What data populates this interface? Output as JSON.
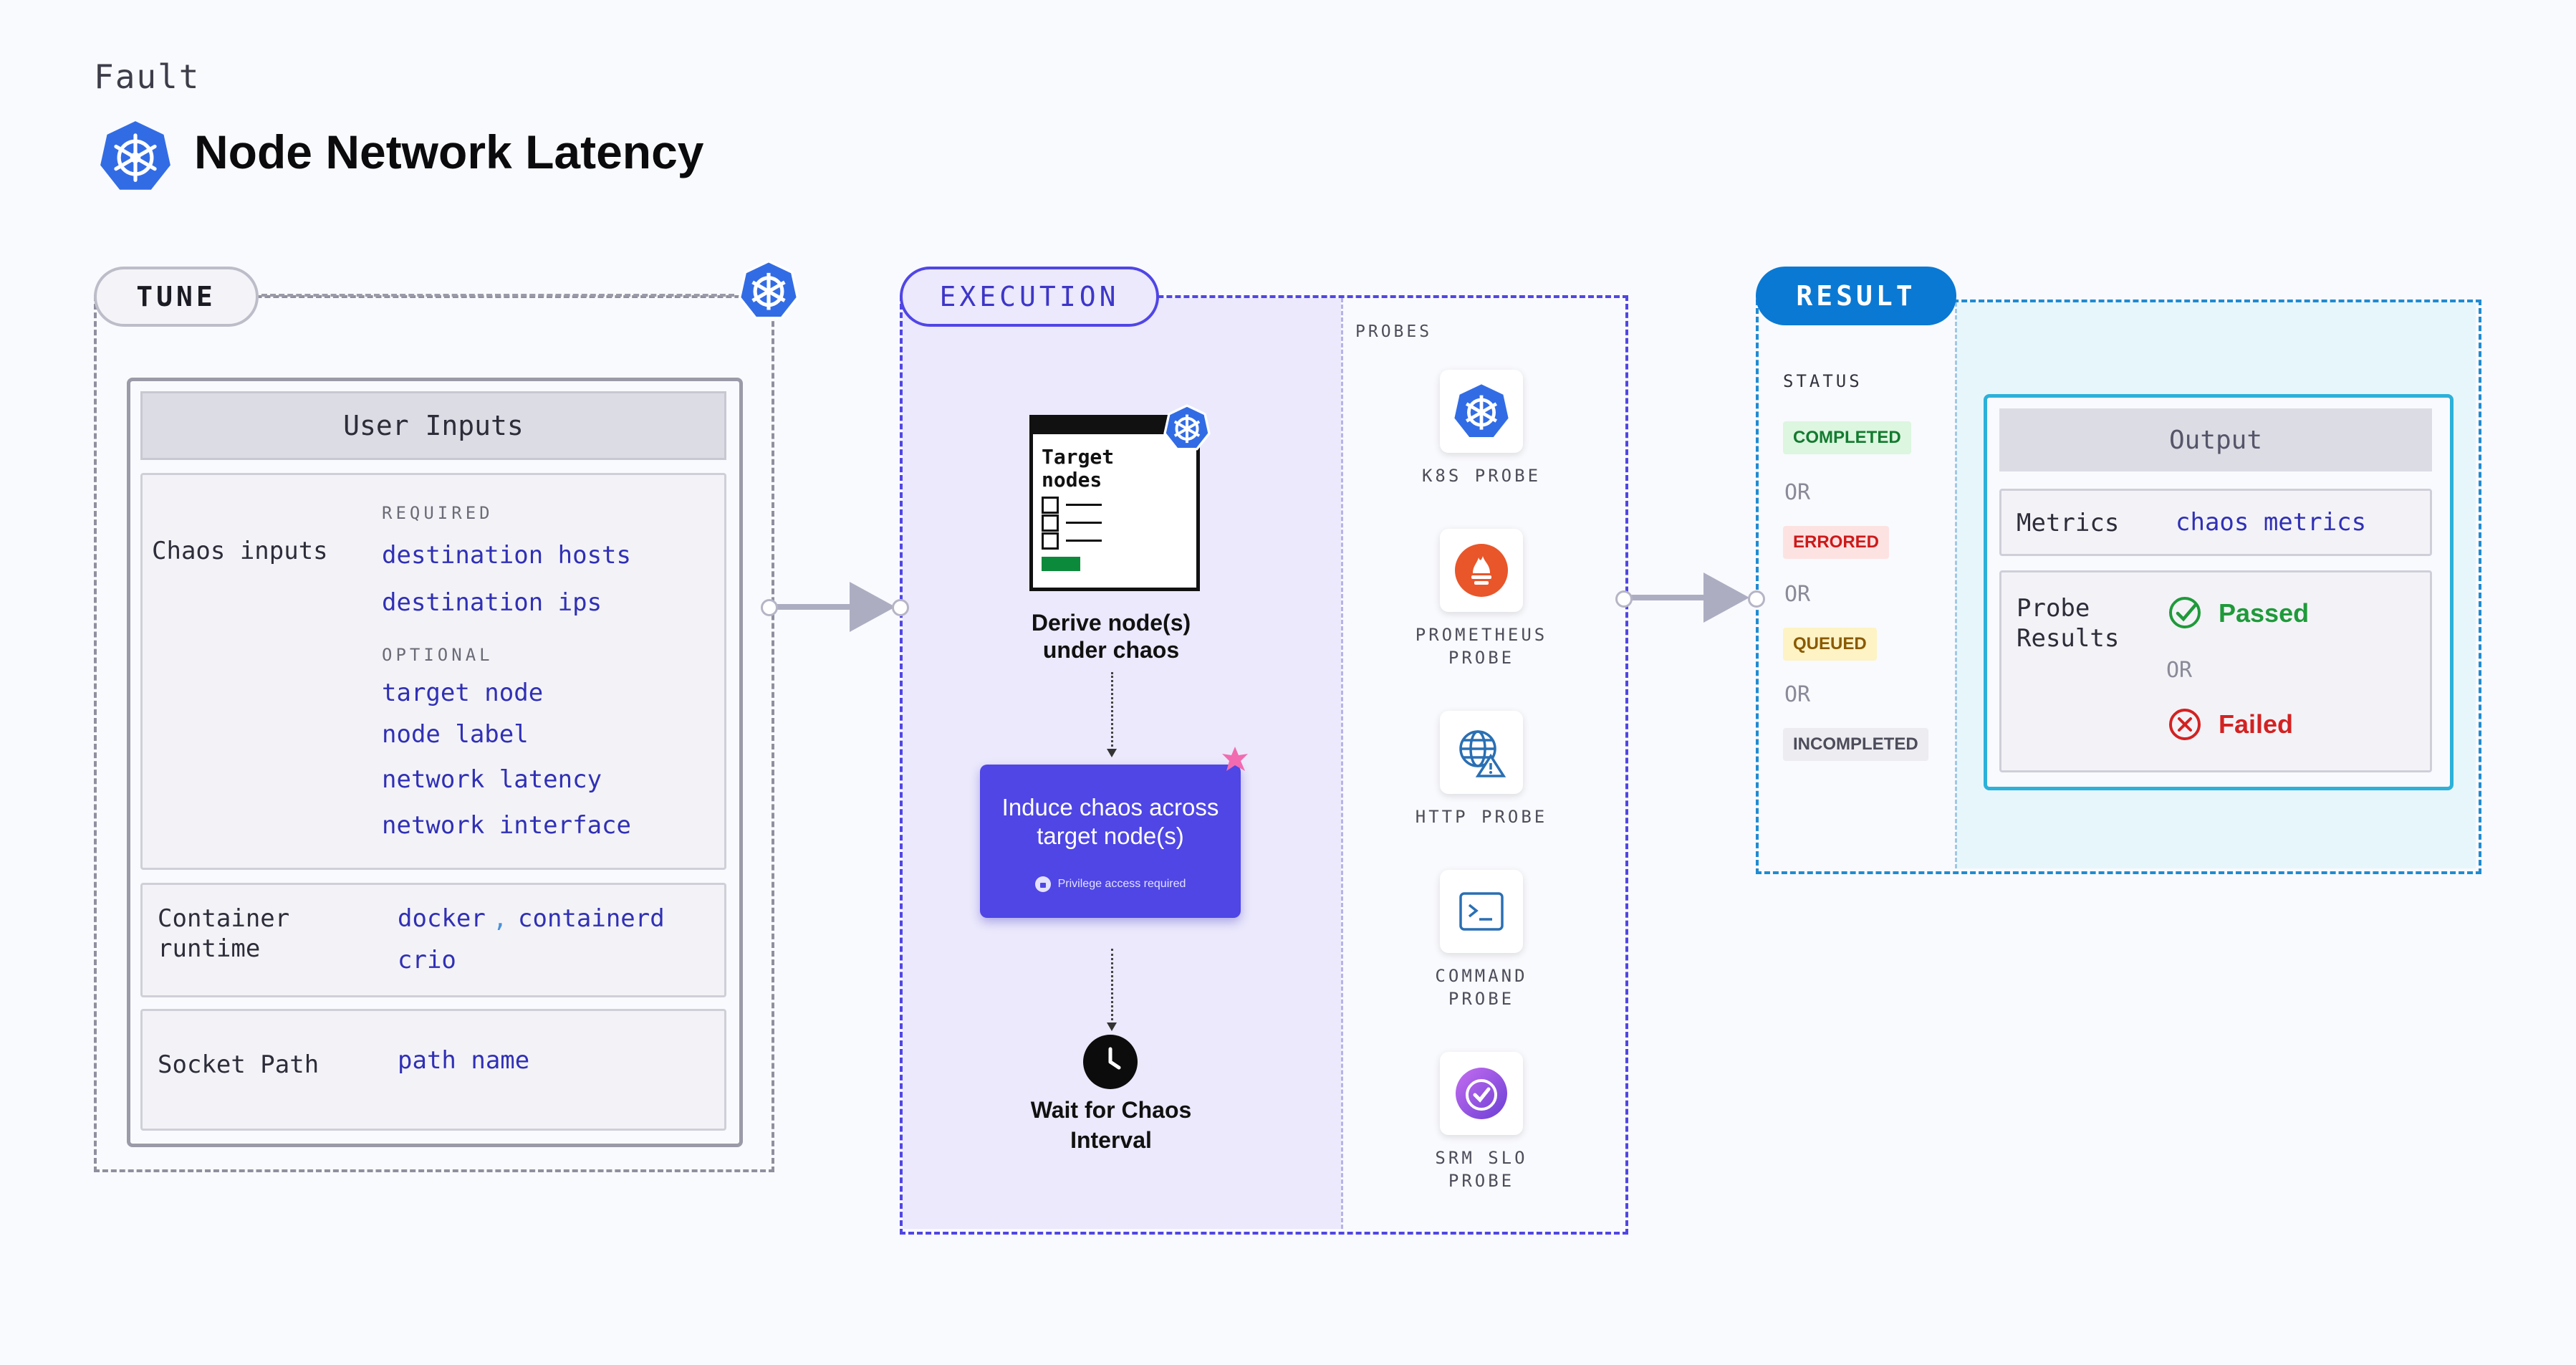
{
  "header": {
    "eyebrow": "Fault",
    "title": "Node Network Latency",
    "logo_icon": "kubernetes-icon"
  },
  "tune": {
    "label": "TUNE",
    "user_inputs_title": "User Inputs",
    "chaos_inputs_label": "Chaos inputs",
    "required_caption": "REQUIRED",
    "required_params": [
      "destination hosts",
      "destination ips"
    ],
    "optional_caption": "OPTIONAL",
    "optional_params": [
      "target node",
      "node label",
      "network latency",
      "network interface"
    ],
    "container_runtime_label_1": "Container",
    "container_runtime_label_2": "runtime",
    "runtimes": [
      "docker",
      "containerd",
      "crio"
    ],
    "runtime_separator": ",",
    "socket_path_label": "Socket Path",
    "socket_path_value": "path name"
  },
  "execution": {
    "label": "EXECUTION",
    "target_card_line_1": "Target",
    "target_card_line_2": "nodes",
    "derive_line_1": "Derive node(s)",
    "derive_line_2": "under chaos",
    "induce_line_1": "Induce chaos across",
    "induce_line_2": "target node(s)",
    "privilege_note": "Privilege access required",
    "wait_line_1": "Wait for Chaos",
    "wait_line_2": "Interval",
    "probes_caption": "PROBES",
    "probes": [
      {
        "icon": "kubernetes-icon",
        "line_1": "K8S PROBE",
        "line_2": ""
      },
      {
        "icon": "prometheus-icon",
        "line_1": "PROMETHEUS",
        "line_2": "PROBE"
      },
      {
        "icon": "globe-warning-icon",
        "line_1": "HTTP PROBE",
        "line_2": ""
      },
      {
        "icon": "terminal-icon",
        "line_1": "COMMAND",
        "line_2": "PROBE"
      },
      {
        "icon": "srm-slo-icon",
        "line_1": "SRM SLO",
        "line_2": "PROBE"
      }
    ]
  },
  "result": {
    "label": "RESULT",
    "status_caption": "STATUS",
    "statuses": [
      "COMPLETED",
      "ERRORED",
      "QUEUED",
      "INCOMPLETED"
    ],
    "or_text": "OR",
    "status_colors": {
      "completed_bg": "#dcf6df",
      "completed_fg": "#137a2f",
      "errored_bg": "#fde2e2",
      "errored_fg": "#cc1a1a",
      "queued_bg": "#fdf3c4",
      "queued_fg": "#8a5a00",
      "incompleted_bg": "#ececf1",
      "incompleted_fg": "#4c4c5a"
    },
    "output_title": "Output",
    "metrics_label": "Metrics",
    "metrics_value": "chaos metrics",
    "probe_results_line_1": "Probe",
    "probe_results_line_2": "Results",
    "passed": "Passed",
    "failed": "Failed",
    "passed_color": "#1f9a3a",
    "failed_color": "#d32222"
  }
}
